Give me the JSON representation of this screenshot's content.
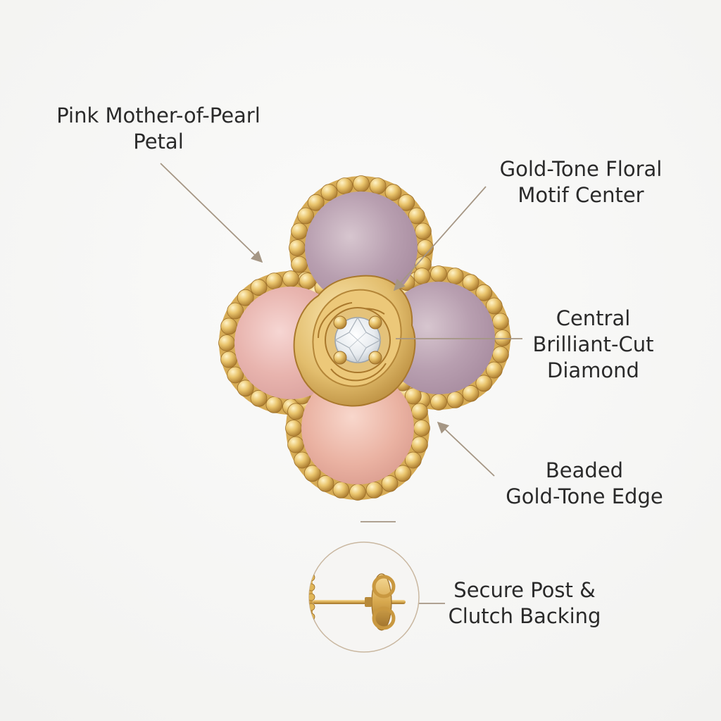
{
  "colors": {
    "gold_light": "#f7dc9a",
    "gold": "#e0b659",
    "gold_dark": "#a9782c",
    "pearl_pink": "#e9b7b3",
    "pearl_lavender": "#b9a2b0",
    "leader_line": "#a59684",
    "text": "#2a2a2a"
  },
  "callouts": {
    "petal": {
      "line1": "Pink Mother-of-Pearl",
      "line2": "Petal",
      "icon": "arrow-icon"
    },
    "center": {
      "line1": "Gold-Tone Floral",
      "line2": "Motif Center",
      "icon": "arrow-icon"
    },
    "diamond": {
      "line1": "Central",
      "line2": "Brilliant-Cut",
      "line3": "Diamond"
    },
    "edge": {
      "line1": "Beaded",
      "line2": "Gold-Tone Edge",
      "icon": "arrow-icon"
    },
    "post": {
      "line1": "Secure Post &",
      "line2": "Clutch Backing"
    }
  },
  "illustrations": {
    "earring_front": "flower-earring-icon",
    "earring_side": "post-and-clutch-icon"
  }
}
